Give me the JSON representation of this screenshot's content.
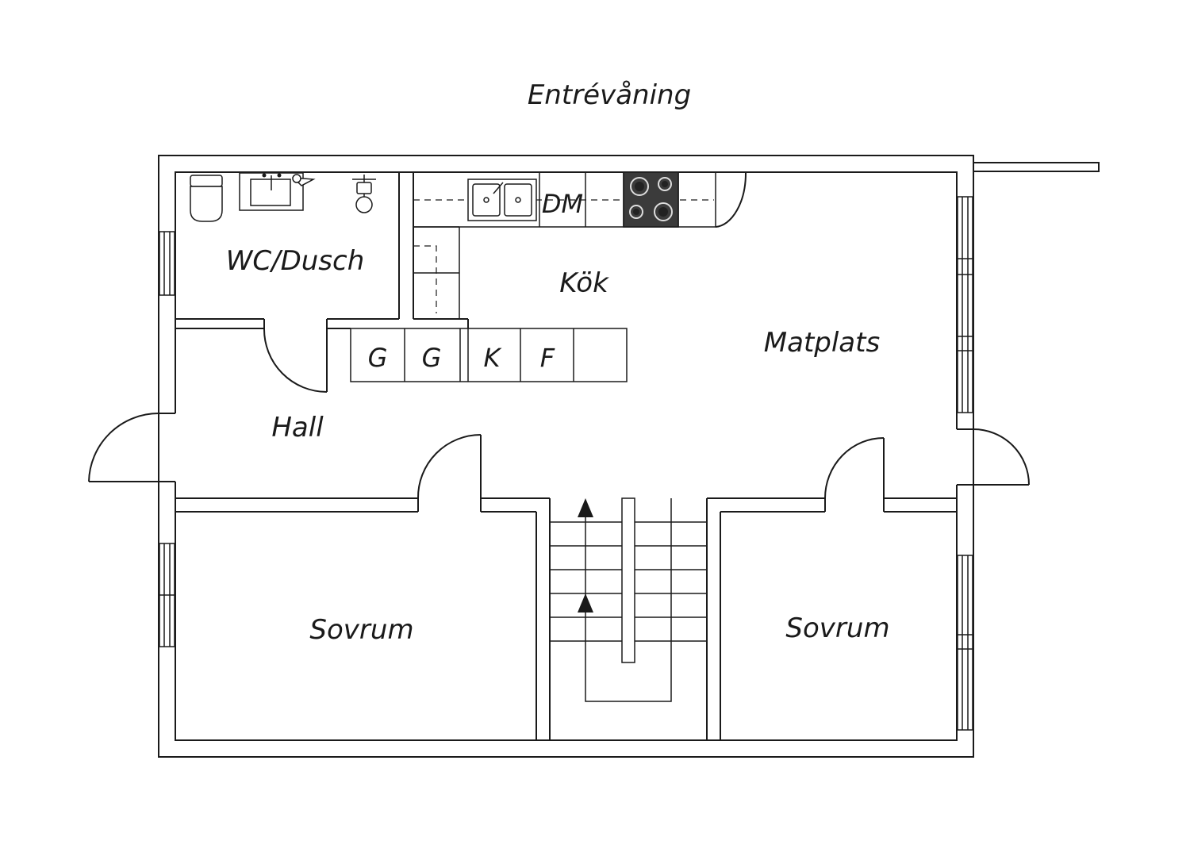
{
  "title": "Entrévåning",
  "rooms": {
    "wc": "WC/Dusch",
    "kok": "Kök",
    "matplats": "Matplats",
    "hall": "Hall",
    "sovrum_left": "Sovrum",
    "sovrum_right": "Sovrum"
  },
  "appliances": {
    "dishwasher": "DM",
    "cabinet_1": "G",
    "cabinet_2": "G",
    "cabinet_3": "K",
    "cabinet_4": "F"
  }
}
